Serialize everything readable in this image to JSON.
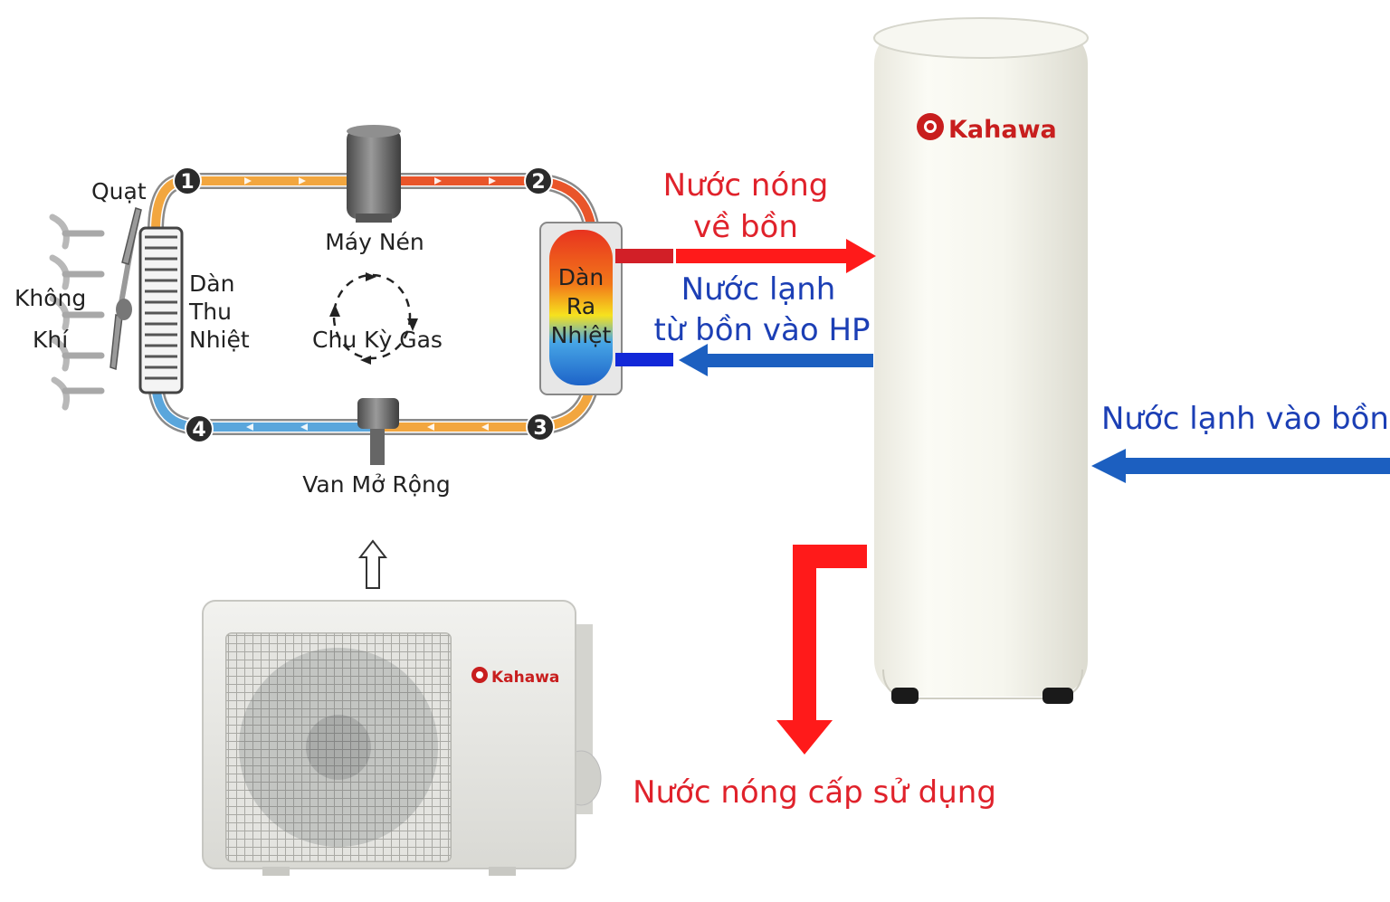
{
  "cycle": {
    "fan_label": "Quạt",
    "air_label_line1": "Không",
    "air_label_line2": "Khí",
    "evaporator_line1": "Dàn",
    "evaporator_line2": "Thu",
    "evaporator_line3": "Nhiệt",
    "compressor_label": "Máy Nén",
    "gas_cycle_label": "Chu Kỳ Gas",
    "condenser_line1": "Dàn",
    "condenser_line2": "Ra",
    "condenser_line3": "Nhiệt",
    "valve_label": "Van Mở Rộng",
    "points": [
      "1",
      "2",
      "3",
      "4"
    ]
  },
  "flows": {
    "hot_to_tank_line1": "Nước nóng",
    "hot_to_tank_line2": "về bồn",
    "cold_to_hp_line1": "Nước lạnh",
    "cold_to_hp_line2": "từ bồn vào HP",
    "cold_into_tank": "Nước lạnh vào bồn",
    "hot_supply": "Nước nóng cấp sử dụng"
  },
  "brand": {
    "tank_logo": "Kahawa",
    "unit_logo": "Kahawa"
  },
  "colors": {
    "hot": "#e0222b",
    "cold": "#1c5fc0",
    "cold_text": "#1c3fb5"
  }
}
